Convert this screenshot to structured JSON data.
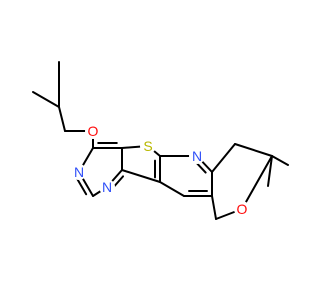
{
  "colors": {
    "background": "#ffffff",
    "bond": "#000000",
    "O": "#ff0d0d",
    "N": "#3050f8",
    "S": "#b8b800"
  },
  "atoms": [
    {
      "id": "o-ether",
      "element": "O",
      "label": "O"
    },
    {
      "id": "s-thiophene",
      "element": "S",
      "label": "S"
    },
    {
      "id": "n-pyridine",
      "element": "N",
      "label": "N"
    },
    {
      "id": "n-pyrimidine-3",
      "element": "N",
      "label": "N"
    },
    {
      "id": "n-pyrimidine-1",
      "element": "N",
      "label": "N"
    },
    {
      "id": "o-pyran",
      "element": "O",
      "label": "O"
    }
  ]
}
